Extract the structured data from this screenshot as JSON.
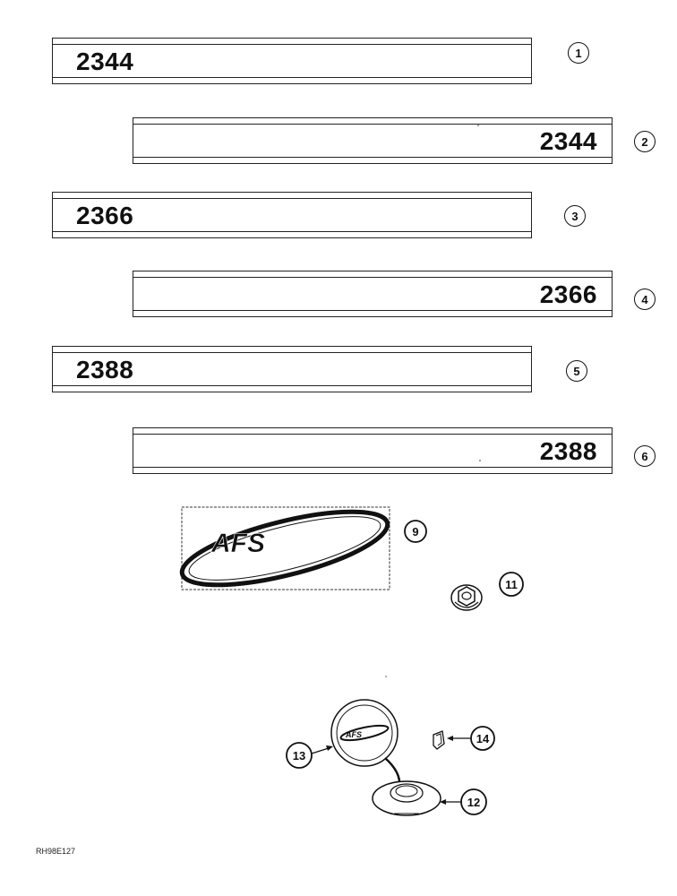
{
  "decals": [
    {
      "number": "2344",
      "callout": "1"
    },
    {
      "number": "2344",
      "callout": "2"
    },
    {
      "number": "2366",
      "callout": "3"
    },
    {
      "number": "2366",
      "callout": "4"
    },
    {
      "number": "2388",
      "callout": "5"
    },
    {
      "number": "2388",
      "callout": "6"
    }
  ],
  "logo_decal": {
    "text": "AFS",
    "callout": "9"
  },
  "nut": {
    "callout": "11"
  },
  "emblem": {
    "text": "AFS",
    "callout": "13"
  },
  "emblem_base": {
    "callout": "12"
  },
  "clip": {
    "callout": "14"
  },
  "reference_code": "RH98E127"
}
